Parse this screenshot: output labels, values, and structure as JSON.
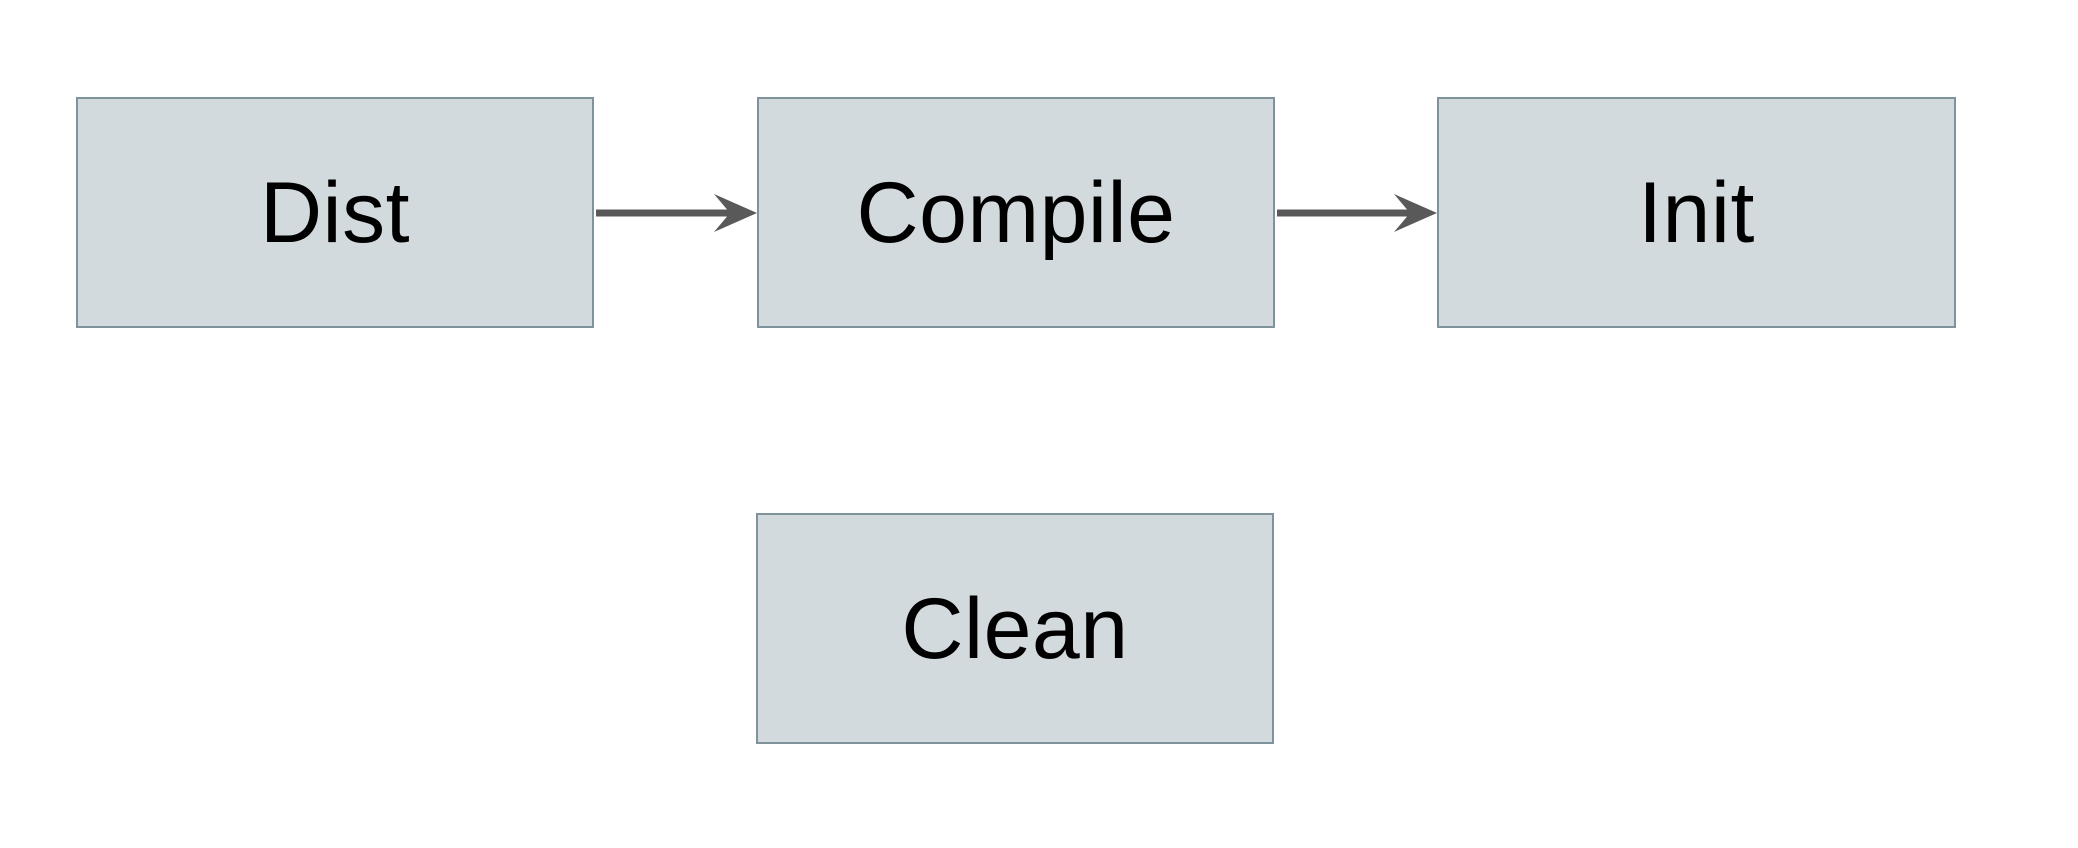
{
  "diagram": {
    "type": "flowchart",
    "nodes": [
      {
        "id": "dist",
        "label": "Dist"
      },
      {
        "id": "compile",
        "label": "Compile"
      },
      {
        "id": "init",
        "label": "Init"
      },
      {
        "id": "clean",
        "label": "Clean"
      }
    ],
    "edges": [
      {
        "from": "dist",
        "to": "compile",
        "style": "arrow-right"
      },
      {
        "from": "compile",
        "to": "init",
        "style": "arrow-right"
      }
    ],
    "colors": {
      "background": "#ffffff",
      "node_fill": "#d3dade",
      "node_border": "#7f939d",
      "arrow": "#595959",
      "text": "#000000"
    }
  }
}
